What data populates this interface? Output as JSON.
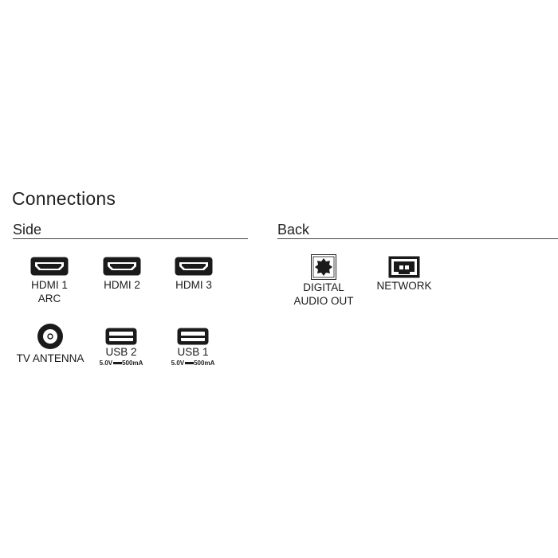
{
  "title": "Connections",
  "sections": {
    "side": {
      "heading": "Side",
      "ports": [
        {
          "label": "HDMI 1\nARC",
          "icon": "hdmi-port-icon"
        },
        {
          "label": "HDMI 2",
          "icon": "hdmi-port-icon"
        },
        {
          "label": "HDMI 3",
          "icon": "hdmi-port-icon"
        },
        {
          "label": "TV ANTENNA",
          "icon": "antenna-port-icon"
        },
        {
          "label": "USB 2",
          "icon": "usb-port-icon",
          "spec_voltage": "5.0V",
          "spec_current": "500mA"
        },
        {
          "label": "USB 1",
          "icon": "usb-port-icon",
          "spec_voltage": "5.0V",
          "spec_current": "500mA"
        }
      ]
    },
    "back": {
      "heading": "Back",
      "ports": [
        {
          "label": "DIGITAL\nAUDIO OUT",
          "icon": "optical-audio-port-icon"
        },
        {
          "label": "NETWORK",
          "icon": "ethernet-port-icon"
        }
      ]
    }
  },
  "colors": {
    "icon_dark": "#1a1a1a",
    "icon_light": "#ffffff",
    "rule": "#444444"
  }
}
